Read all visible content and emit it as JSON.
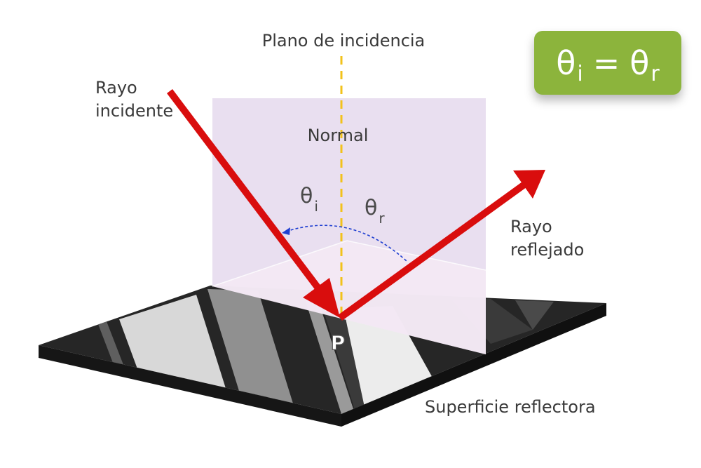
{
  "colors": {
    "ray": "#d90d0d",
    "plane": "#e7dcef",
    "normal_line": "#f2c21b",
    "arc": "#1f3fd1",
    "badge": "#8cb43c",
    "surface": "#1f1f1f"
  },
  "labels": {
    "plane_of_incidence": "Plano de incidencia",
    "normal": "Normal",
    "incident_ray_line1": "Rayo",
    "incident_ray_line2": "incidente",
    "reflected_ray_line1": "Rayo",
    "reflected_ray_line2": "reflejado",
    "surface": "Superficie reflectora",
    "point": "P",
    "theta": "θ",
    "sub_i": "i",
    "sub_r": "r",
    "equals": "="
  }
}
